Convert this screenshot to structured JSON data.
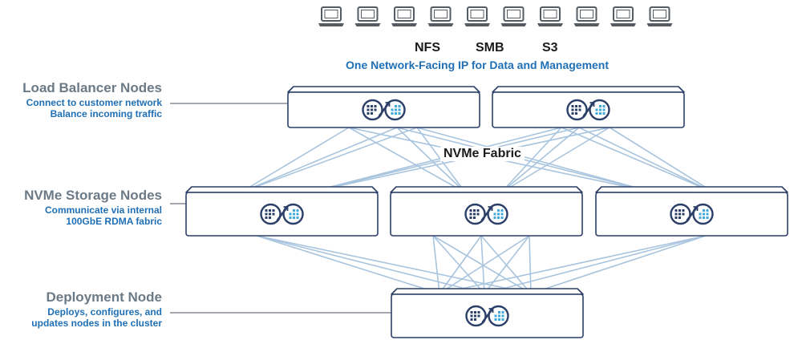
{
  "client_count": 10,
  "protocols": [
    "NFS",
    "SMB",
    "S3"
  ],
  "headline": "One Network-Facing IP for Data and Management",
  "fabric_label": "NVMe Fabric",
  "tiers": {
    "load_balancer": {
      "title": "Load Balancer Nodes",
      "description": [
        "Connect to customer network",
        "Balance incoming traffic"
      ]
    },
    "storage": {
      "title": "NVMe Storage Nodes",
      "description": [
        "Communicate via internal",
        "100GbE RDMA fabric"
      ]
    },
    "deployment": {
      "title": "Deployment Node",
      "description": [
        "Deploys, configures, and",
        "updates nodes in the cluster"
      ]
    }
  },
  "node_counts": {
    "load_balancer": 2,
    "storage": 3,
    "deployment": 1
  },
  "icons": {
    "client": "laptop-icon",
    "node": "infinity-logo-icon"
  },
  "colors": {
    "node_stroke": "#2b3f68",
    "link": "#a8c4de",
    "accent_blue": "#1f6fb5",
    "logo_light": "#3fa9dc",
    "gray_text": "#6b7a86"
  }
}
